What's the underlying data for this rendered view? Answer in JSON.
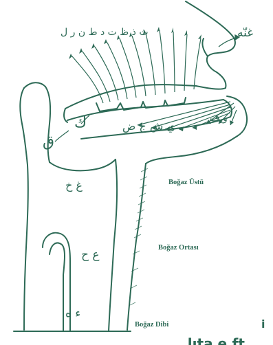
{
  "labels": {
    "upper_throat": "Boğaz Üstü",
    "middle_throat": "Boğaz Ortası",
    "lower_throat": "Boğaz Dibi"
  },
  "arabic": {
    "nose": "غنّه",
    "kaf": "ك",
    "qaf": "ق",
    "ghain_kha": "غ خ",
    "ayn_ha": "ع ح",
    "hamza_ha": "ء ه",
    "top_row": "ث ذ ظ ت د ط ن ر ل",
    "tongue_row": "ي ش ج ض",
    "lip": "و ف"
  },
  "cut_text": {
    "right_fragment": "i",
    "bottom_fragment": "...lıta e.ft"
  },
  "colors": {
    "ink": "#2d6a56",
    "background": "#ffffff"
  }
}
